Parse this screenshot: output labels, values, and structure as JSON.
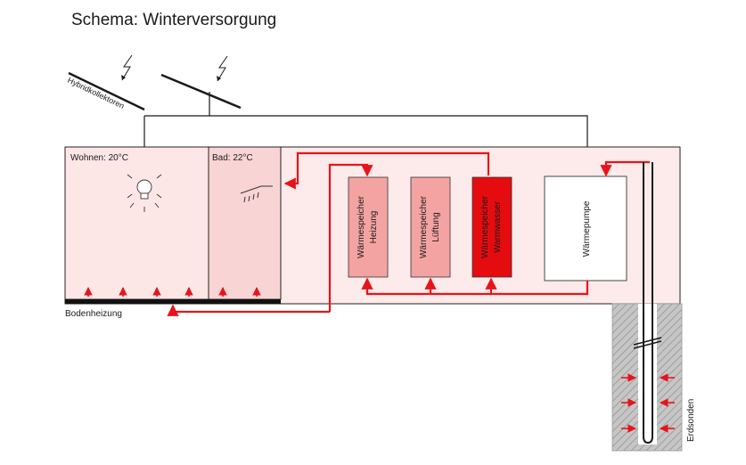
{
  "title": "Schema: Winterversorgung",
  "labels": {
    "collectors": "Hybridkollektoren",
    "room_living": "Wohnen: 20°C",
    "room_bath": "Bad: 22°C",
    "floor_heating": "Bodenheizung",
    "ground_probes": "Erdsonden"
  },
  "storage": [
    {
      "line1": "Wärmespeicher",
      "line2": "Heizung"
    },
    {
      "line1": "Wärmespeicher",
      "line2": "Lüftung"
    },
    {
      "line1": "Wärmespeicher",
      "line2": "Warmwasser"
    }
  ],
  "heat_pump": "Wärmepumpe",
  "colors": {
    "flow": "#e8141a",
    "house_fill": "#fdeaea",
    "living_fill": "#fde6e6",
    "bath_fill": "#f9d4d4",
    "storage_heating": "#f4a3a3",
    "storage_ventilation": "#f4a3a3",
    "storage_hot_water": "#e50c10",
    "ground": "#c8c8c8"
  }
}
